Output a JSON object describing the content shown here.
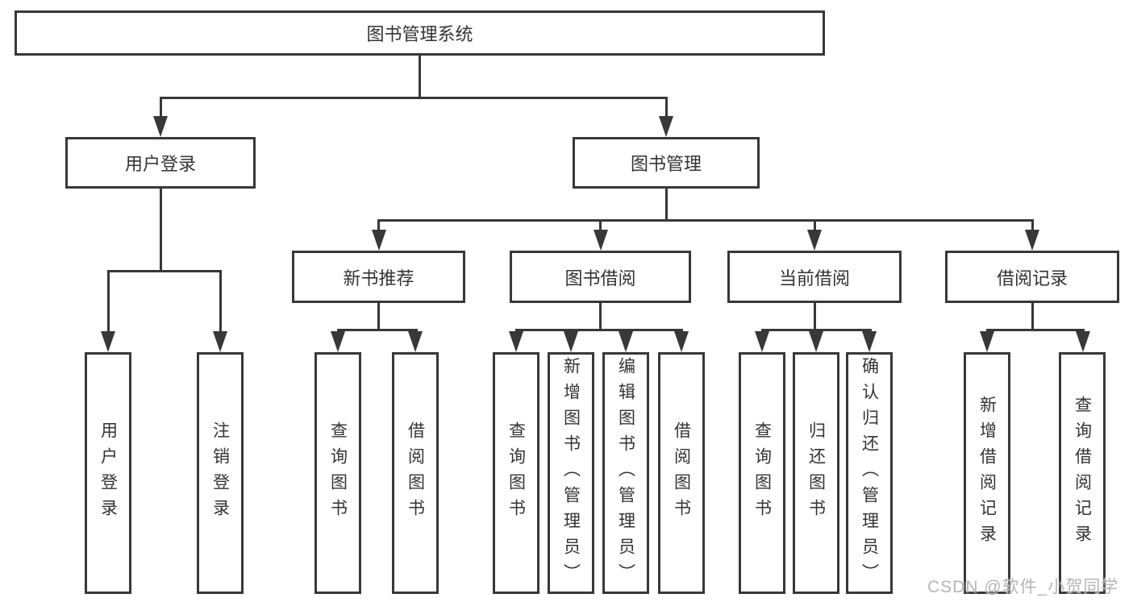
{
  "colors": {
    "line": "#383838",
    "text": "#333333",
    "background": "#ffffff",
    "watermark": "#b5b5b5"
  },
  "tree": {
    "root": {
      "label": "图书管理系统"
    },
    "branches": [
      {
        "label": "用户登录",
        "children": [
          {
            "label": "用户登录"
          },
          {
            "label": "注销登录"
          }
        ]
      },
      {
        "label": "图书管理",
        "children": [
          {
            "label": "新书推荐",
            "children": [
              {
                "label": "查询图书"
              },
              {
                "label": "借阅图书"
              }
            ]
          },
          {
            "label": "图书借阅",
            "children": [
              {
                "label": "查询图书"
              },
              {
                "label": "新增图书（管理员）"
              },
              {
                "label": "编辑图书（管理员）"
              },
              {
                "label": "借阅图书"
              }
            ]
          },
          {
            "label": "当前借阅",
            "children": [
              {
                "label": "查询图书"
              },
              {
                "label": "归还图书"
              },
              {
                "label": "确认归还（管理员）"
              }
            ]
          },
          {
            "label": "借阅记录",
            "children": [
              {
                "label": "新增借阅记录"
              },
              {
                "label": "查询借阅记录"
              }
            ]
          }
        ]
      }
    ]
  },
  "watermark": {
    "text": "CSDN @软件_小贺同学"
  }
}
